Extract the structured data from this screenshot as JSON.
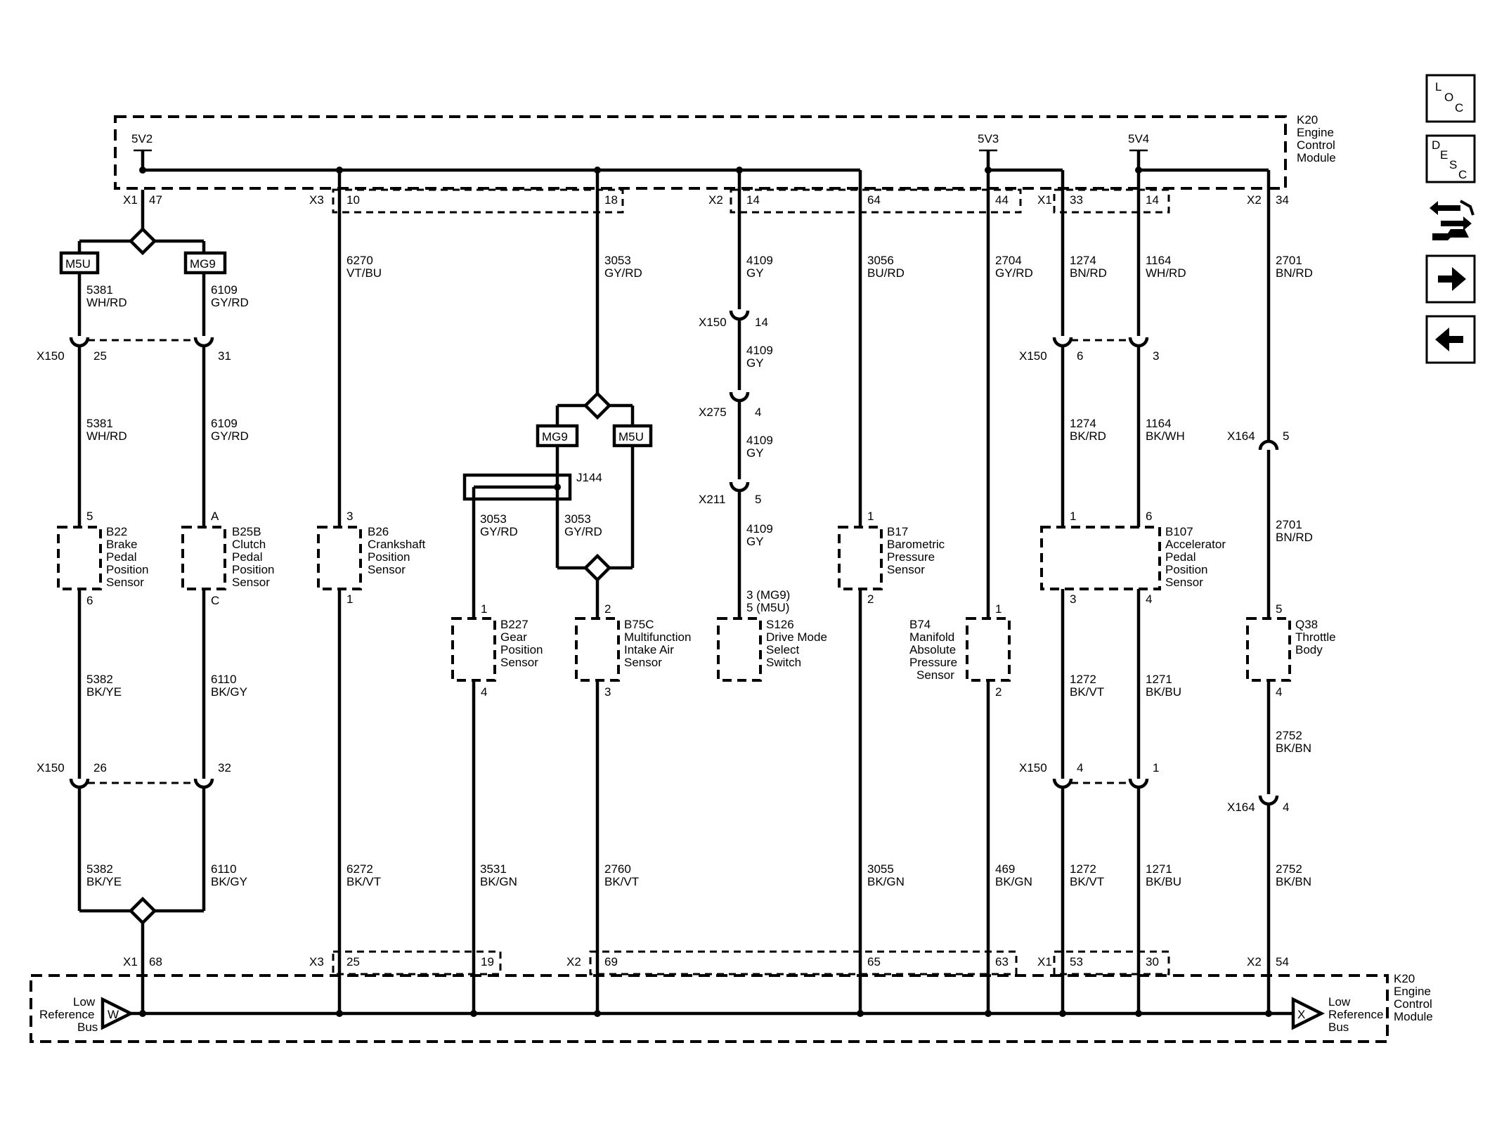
{
  "module_top": {
    "name": "K20",
    "l1": "Engine",
    "l2": "Control",
    "l3": "Module"
  },
  "module_bottom": {
    "name": "K20",
    "l1": "Engine",
    "l2": "Control",
    "l3": "Module"
  },
  "refs": {
    "v1": "5V2",
    "v2": "5V3",
    "v3": "5V4"
  },
  "bus": {
    "left": {
      "l1": "Low",
      "l2": "Reference",
      "l3": "Bus",
      "letter": "W"
    },
    "right": {
      "l1": "Low",
      "l2": "Reference",
      "l3": "Bus",
      "letter": "X"
    }
  },
  "top_pins": {
    "x1": "X1",
    "p47": "47",
    "x3": "X3",
    "p10": "10",
    "p18": "18",
    "x2a": "X2",
    "p14a": "14",
    "p64": "64",
    "p44": "44",
    "x1b": "X1",
    "p33": "33",
    "p14b": "14",
    "x2b": "X2",
    "p34": "34"
  },
  "bottom_pins": {
    "x1": "X1",
    "p68": "68",
    "x3": "X3",
    "p25": "25",
    "p19": "19",
    "x2": "X2",
    "p69": "69",
    "p65": "65",
    "p63": "63",
    "x1b": "X1",
    "p53": "53",
    "p30": "30",
    "x2b": "X2",
    "p54": "54"
  },
  "options": {
    "a": "M5U",
    "b": "MG9",
    "c": "MG9",
    "d": "M5U"
  },
  "splice": "J144",
  "wires": {
    "w5381a": [
      "5381",
      "WH/RD"
    ],
    "w6109a": [
      "6109",
      "GY/RD"
    ],
    "w5381b": [
      "5381",
      "WH/RD"
    ],
    "w6109b": [
      "6109",
      "GY/RD"
    ],
    "w5382a": [
      "5382",
      "BK/YE"
    ],
    "w6110a": [
      "6110",
      "BK/GY"
    ],
    "w5382b": [
      "5382",
      "BK/YE"
    ],
    "w6110b": [
      "6110",
      "BK/GY"
    ],
    "w6270": [
      "6270",
      "VT/BU"
    ],
    "w6272": [
      "6272",
      "BK/VT"
    ],
    "w3053a": [
      "3053",
      "GY/RD"
    ],
    "w3053b": [
      "3053",
      "GY/RD"
    ],
    "w3053c": [
      "3053",
      "GY/RD"
    ],
    "w3531": [
      "3531",
      "BK/GN"
    ],
    "w2760": [
      "2760",
      "BK/VT"
    ],
    "w4109a": [
      "4109",
      "GY"
    ],
    "w4109b": [
      "4109",
      "GY"
    ],
    "w4109c": [
      "4109",
      "GY"
    ],
    "w4109d": [
      "4109",
      "GY"
    ],
    "w3056": [
      "3056",
      "BU/RD"
    ],
    "w3055": [
      "3055",
      "BK/GN"
    ],
    "w2704": [
      "2704",
      "GY/RD"
    ],
    "w469": [
      "469",
      "BK/GN"
    ],
    "w1274a": [
      "1274",
      "BN/RD"
    ],
    "w1274b": [
      "1274",
      "BK/RD"
    ],
    "w1164a": [
      "1164",
      "WH/RD"
    ],
    "w1164b": [
      "1164",
      "BK/WH"
    ],
    "w1272a": [
      "1272",
      "BK/VT"
    ],
    "w1272b": [
      "1272",
      "BK/VT"
    ],
    "w1271a": [
      "1271",
      "BK/BU"
    ],
    "w1271b": [
      "1271",
      "BK/BU"
    ],
    "w2701a": [
      "2701",
      "BN/RD"
    ],
    "w2701b": [
      "2701",
      "BN/RD"
    ],
    "w2752a": [
      "2752",
      "BK/BN"
    ],
    "w2752b": [
      "2752",
      "BK/BN"
    ]
  },
  "connectors": {
    "x150a": {
      "name": "X150",
      "p1": "25",
      "p2": "31"
    },
    "x150b": {
      "name": "X150",
      "p1": "26",
      "p2": "32"
    },
    "x150c": {
      "name": "X150",
      "p": "14"
    },
    "x275": {
      "name": "X275",
      "p": "4"
    },
    "x211": {
      "name": "X211",
      "p": "5"
    },
    "x150d": {
      "name": "X150",
      "p1": "6",
      "p2": "3"
    },
    "x150e": {
      "name": "X150",
      "p1": "4",
      "p2": "1"
    },
    "x164a": {
      "name": "X164",
      "p": "5"
    },
    "x164b": {
      "name": "X164",
      "p": "4"
    }
  },
  "components": {
    "b22": {
      "lines": [
        "B22",
        "Brake",
        "Pedal",
        "Position",
        "Sensor"
      ],
      "top": "5",
      "bottom": "6"
    },
    "b25b": {
      "lines": [
        "B25B",
        "Clutch",
        "Pedal",
        "Position",
        "Sensor"
      ],
      "top": "A",
      "bottom": "C"
    },
    "b26": {
      "lines": [
        "B26",
        "Crankshaft",
        "Position",
        "Sensor"
      ],
      "top": "3",
      "bottom": "1"
    },
    "b227": {
      "lines": [
        "B227",
        "Gear",
        "Position",
        "Sensor"
      ],
      "top": "1",
      "bottom": "4"
    },
    "b75c": {
      "lines": [
        "B75C",
        "Multifunction",
        "Intake Air",
        "Sensor"
      ],
      "top": "2",
      "bottom": "3"
    },
    "s126": {
      "lines": [
        "S126",
        "Drive Mode",
        "Select",
        "Switch"
      ],
      "top1": "3 (MG9)",
      "top2": "5 (M5U)"
    },
    "b17": {
      "lines": [
        "B17",
        "Barometric",
        "Pressure",
        "Sensor"
      ],
      "top": "1",
      "bottom": "2"
    },
    "b74": {
      "lines": [
        "B74",
        "Manifold",
        "Absolute",
        "Pressure",
        "Sensor"
      ],
      "top": "1",
      "bottom": "2"
    },
    "b107": {
      "lines": [
        "B107",
        "Accelerator",
        "Pedal",
        "Position",
        "Sensor"
      ],
      "top1": "1",
      "top2": "6",
      "bottom1": "3",
      "bottom2": "4"
    },
    "q38": {
      "lines": [
        "Q38",
        "Throttle",
        "Body"
      ],
      "top": "5",
      "bottom": "4"
    }
  },
  "nav": {
    "loc": {
      "l1": "L",
      "l2": "O",
      "l3": "C",
      "icon": "location-button"
    },
    "desc": {
      "l1": "D",
      "l2": "E",
      "l3": "S",
      "l4": "C",
      "icon": "description-button"
    },
    "connector_icon": "connector-tool-icon",
    "next_icon": "arrow-right-icon",
    "prev_icon": "arrow-left-icon"
  }
}
